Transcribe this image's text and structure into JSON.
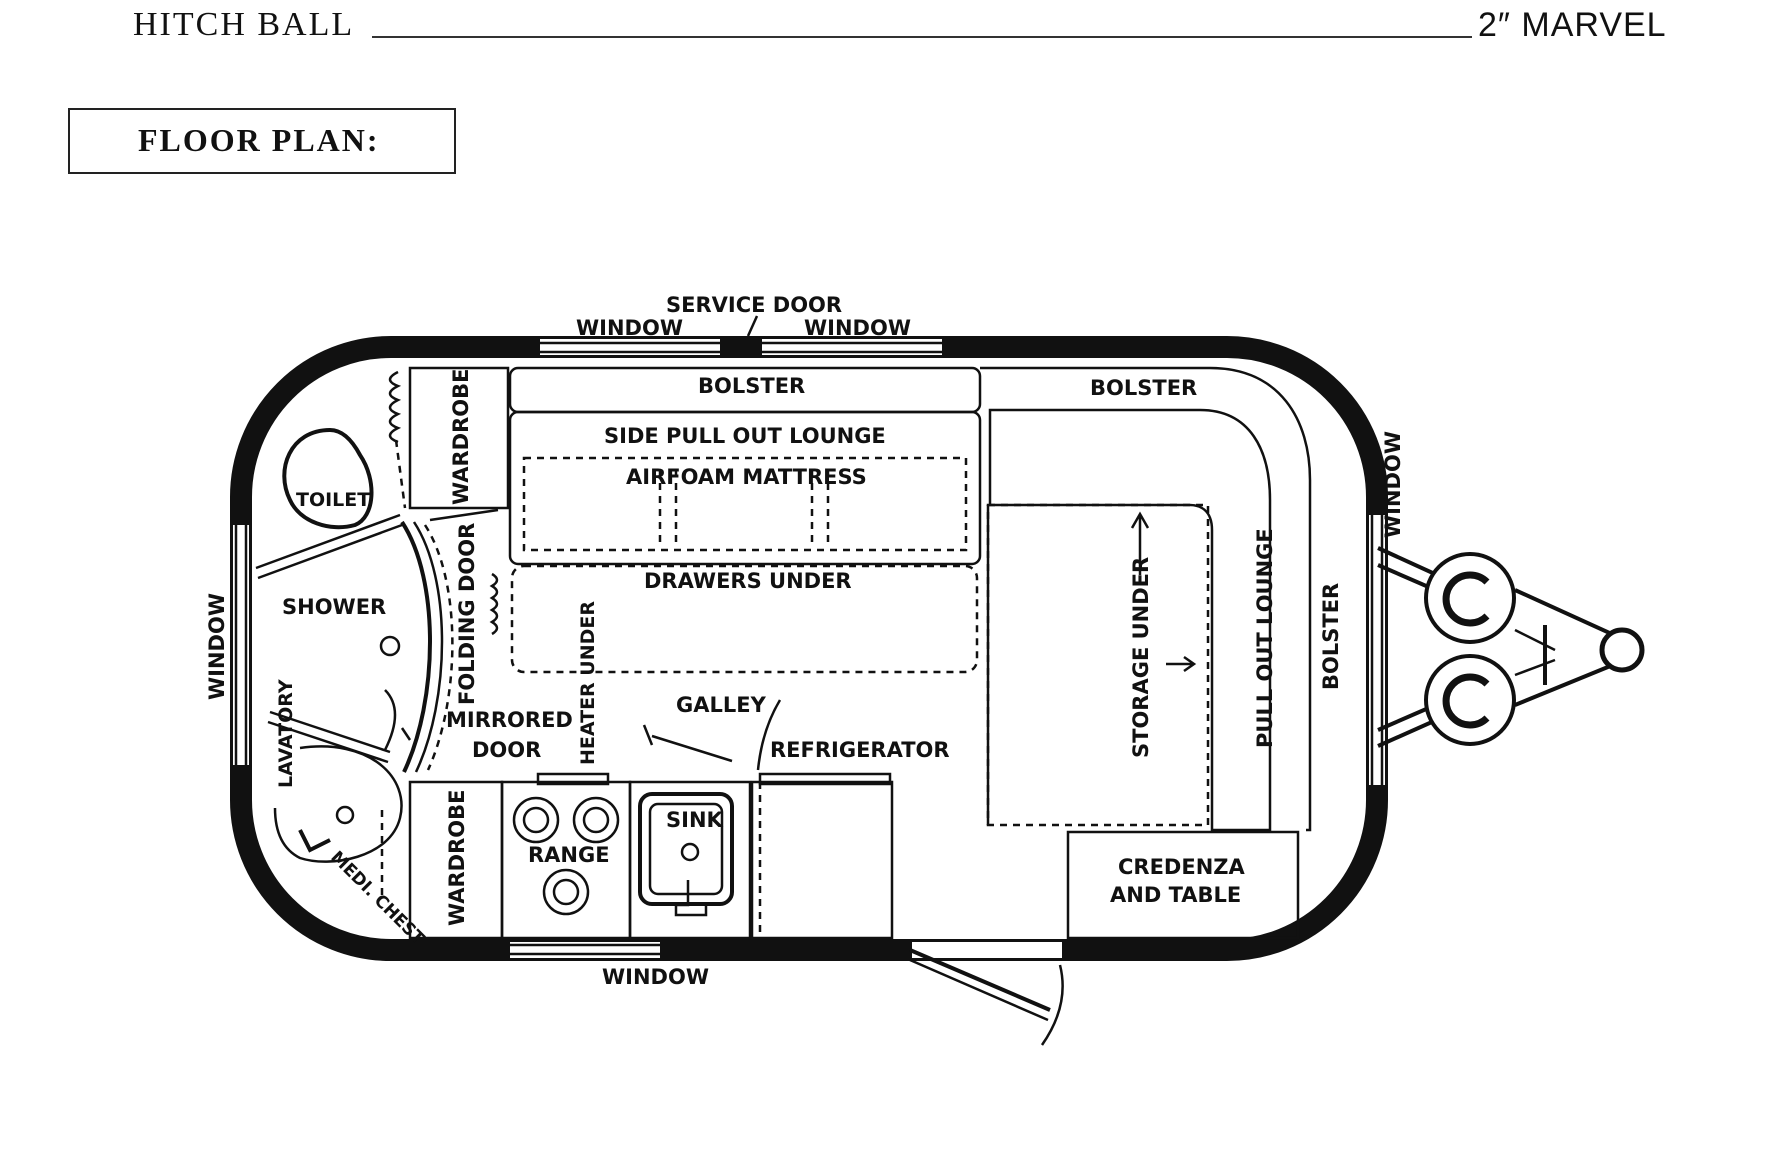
{
  "header": {
    "hitch_label": "HITCH BALL",
    "hitch_value": "2″ MARVEL",
    "floor_plan_title": "FLOOR PLAN:"
  },
  "plan_labels": {
    "service_door": "SERVICE DOOR",
    "window_top_left": "WINDOW",
    "window_top_right": "WINDOW",
    "bolster_top": "BOLSTER",
    "bolster_top_right": "BOLSTER",
    "side_pull_out_lounge": "SIDE PULL OUT LOUNGE",
    "airfoam_mattress": "AIRFOAM MATTRESS",
    "drawers_under": "DRAWERS UNDER",
    "wardrobe_top": "WARDROBE",
    "toilet": "TOILET",
    "shower": "SHOWER",
    "window_left": "WINDOW",
    "lavatory": "LAVATORY",
    "medi_chest": "MEDI. CHEST",
    "folding_door": "FOLDING DOOR",
    "mirrored_door_1": "MIRRORED",
    "mirrored_door_2": "DOOR",
    "heater_under": "HEATER UNDER",
    "galley": "GALLEY",
    "refrigerator": "REFRIGERATOR",
    "wardrobe_bottom": "WARDROBE",
    "range": "RANGE",
    "sink": "SINK",
    "window_bottom": "WINDOW",
    "storage_under": "STORAGE UNDER",
    "pull_out_lounge": "PULL OUT LOUNGE",
    "bolster_right": "BOLSTER",
    "window_right": "WINDOW",
    "credenza_1": "CREDENZA",
    "credenza_2": "AND TABLE"
  }
}
